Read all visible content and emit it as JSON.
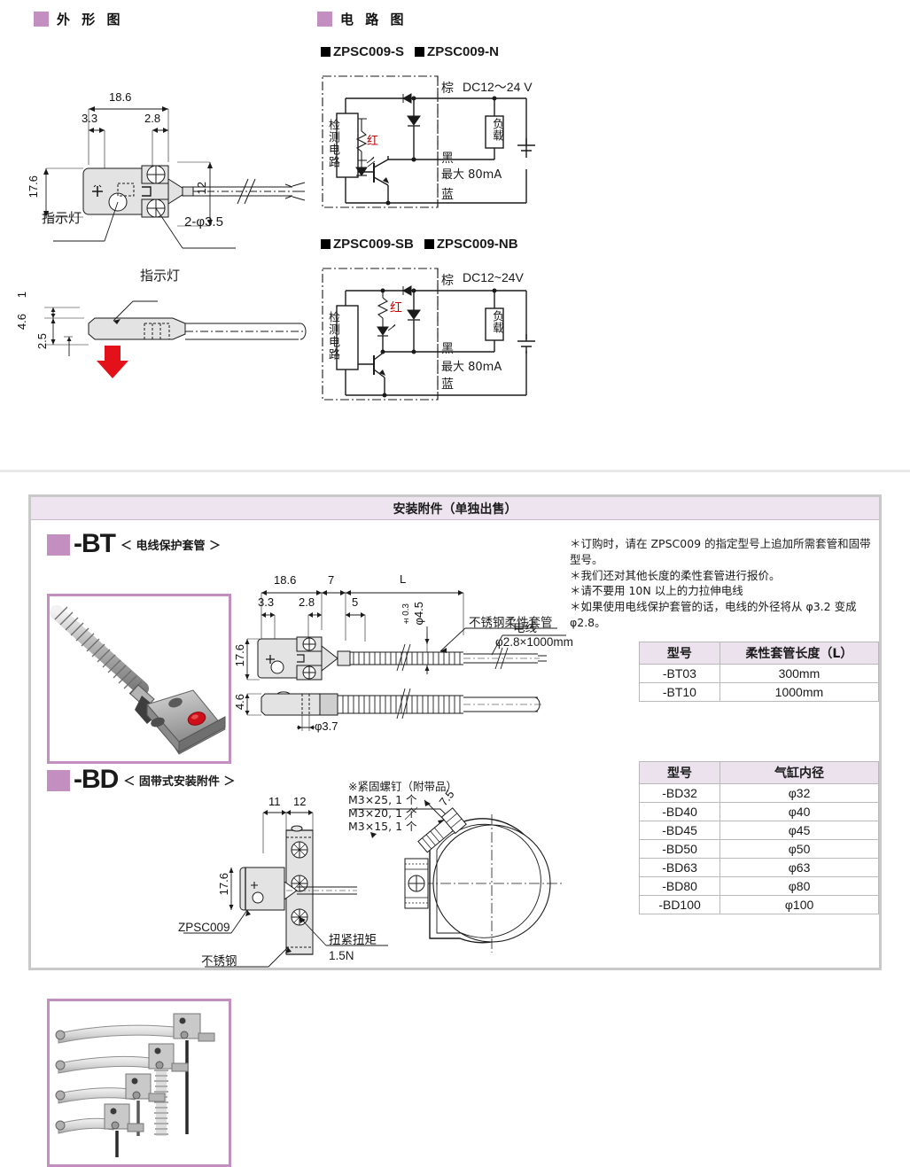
{
  "sections": {
    "outline": {
      "title": "外 形 图"
    },
    "circuit": {
      "title": "电 路 图"
    }
  },
  "outline_drawing": {
    "dims": {
      "width_total": "18.6",
      "left_offset": "3.3",
      "right_offset": "2.8",
      "height": "17.6",
      "cable_span": "12",
      "holes": "2-φ3.5",
      "side_top": "1",
      "side_height": "4.6",
      "side_mid": "2.5"
    },
    "labels": {
      "indicator_front": "指示灯",
      "indicator_side": "指示灯"
    }
  },
  "circuit_diagrams": [
    {
      "models": [
        "ZPSC009-S",
        "ZPSC009-N"
      ],
      "block_label": "检测电路",
      "led_label": "红",
      "load_label": "负载",
      "wires": {
        "brown": "棕",
        "black": "黑",
        "blue": "蓝"
      },
      "supply": "DC12〜24 V",
      "current": "最大 80mA"
    },
    {
      "models": [
        "ZPSC009-SB",
        "ZPSC009-NB"
      ],
      "block_label": "检测电路",
      "led_label": "红",
      "load_label": "负载",
      "wires": {
        "brown": "棕",
        "black": "黑",
        "blue": "蓝"
      },
      "supply": "DC12~24V",
      "current": "最大 80mA"
    }
  ],
  "accessories": {
    "banner": "安装附件（单独出售）",
    "notes": [
      "＊订购时，请在 ZPSC009 的指定型号上追加所需套管和固带型号。",
      "＊我们还对其他长度的柔性套管进行报价。",
      "＊请不要用 10N 以上的力拉伸电线",
      "＊如果使用电线保护套管的话，电线的外径将从 φ3.2 变成 φ2.8。"
    ],
    "bt": {
      "code": "-BT",
      "subtitle": "＜ 电线保护套管 ＞",
      "dims": {
        "width_total": "18.6",
        "neck": "7",
        "length": "L",
        "left_offset": "3.3",
        "right_offset": "2.8",
        "inner": "5",
        "tube_tol": "±0.3",
        "tube_dia": "φ4.5",
        "height": "17.6",
        "side_height": "4.6",
        "hole": "φ3.7"
      },
      "labels": {
        "tube": "不锈钢柔性套管",
        "cable": "电线",
        "cable_spec": "φ2.8×1000mm"
      },
      "table": {
        "headers": [
          "型号",
          "柔性套管长度（L）"
        ],
        "rows": [
          [
            "-BT03",
            "300mm"
          ],
          [
            "-BT10",
            "1000mm"
          ]
        ]
      }
    },
    "bd": {
      "code": "-BD",
      "subtitle": "＜ 固带式安装附件 ＞",
      "dims": {
        "a": "11",
        "b": "12",
        "height": "17.6",
        "band": "7.5"
      },
      "labels": {
        "screws_title": "※紧固螺钉（附带品）",
        "screws": [
          "M3×25, 1 个",
          "M3×20, 1 个",
          "M3×15, 1 个"
        ],
        "sensor": "ZPSC009",
        "material": "不锈钢",
        "torque": "扭紧扭矩",
        "torque_value": "1.5N"
      },
      "table": {
        "headers": [
          "型号",
          "气缸内径"
        ],
        "rows": [
          [
            "-BD32",
            "φ32"
          ],
          [
            "-BD40",
            "φ40"
          ],
          [
            "-BD45",
            "φ45"
          ],
          [
            "-BD50",
            "φ50"
          ],
          [
            "-BD63",
            "φ63"
          ],
          [
            "-BD80",
            "φ80"
          ],
          [
            "-BD100",
            "φ100"
          ]
        ]
      }
    }
  },
  "colors": {
    "accent": "#c38fc0",
    "banner_bg": "#eee4ef",
    "table_header": "#ece2ee",
    "body_fill": "#e3e3e3",
    "arrow_red": "#e2111a",
    "led_red": "#e2111a"
  }
}
